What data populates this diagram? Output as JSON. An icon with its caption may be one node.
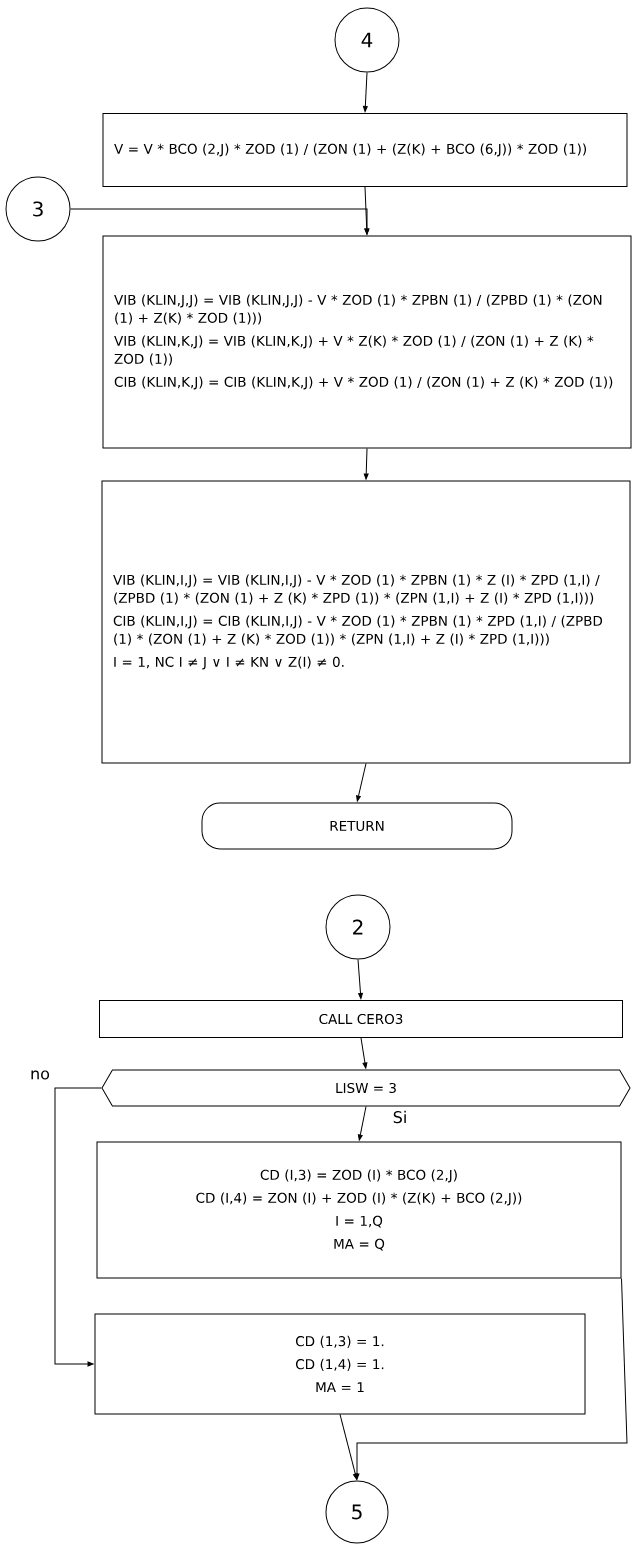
{
  "diagram": {
    "nodes": [
      {
        "text": [
          "4"
        ]
      },
      {
        "text": [
          "V = V * BCO (2,J) * ZOD (1) / (ZON (1) + (Z(K) + BCO (6,J)) * ZOD (1))"
        ]
      },
      {
        "text": [
          "3"
        ]
      },
      {
        "text": [
          "VIB (KLIN,J,J) = VIB (KLIN,J,J) - V * ZOD (1) * ZPBN (1) / (ZPBD (1) * (ZON (1) + Z(K) * ZOD (1)))",
          "VIB (KLIN,K,J) = VIB (KLIN,K,J) + V * Z(K) * ZOD (1) / (ZON (1) + Z (K) * ZOD (1))",
          "CIB (KLIN,K,J) = CIB (KLIN,K,J) + V * ZOD (1) / (ZON (1) + Z (K) * ZOD (1))"
        ]
      },
      {
        "text": [
          "VIB (KLIN,I,J) = VIB (KLIN,I,J) - V * ZOD (1) * ZPBN (1) * Z (I) * ZPD (1,I) / (ZPBD (1) * (ZON (1) + Z (K) * ZPD (1)) * (ZPN (1,I) + Z (I) * ZPD (1,I)))",
          "CIB (KLIN,I,J) = CIB (KLIN,I,J) - V * ZOD (1) * ZPBN (1) * ZPD (1,I) / (ZPBD (1) * (ZON (1) + Z (K) * ZOD (1)) * (ZPN (1,I) + Z (I) * ZPD (1,I)))",
          "I = 1, NC    I ≠ J ∨ I ≠ KN ∨ Z(I) ≠ 0."
        ]
      },
      {
        "text": [
          "RETURN"
        ]
      },
      {
        "text": [
          "2"
        ]
      },
      {
        "text": [
          "CALL    CERO3"
        ]
      },
      {
        "text": [
          "LISW = 3"
        ]
      },
      {
        "text": [
          "CD (I,3) = ZOD (I) * BCO (2,J)",
          "CD (I,4) = ZON (I) + ZOD (I) * (Z(K) + BCO (2,J))",
          "I = 1,Q",
          "MA = Q"
        ]
      },
      {
        "text": [
          "CD (1,3) = 1.",
          "CD (1,4) = 1.",
          "MA = 1"
        ]
      },
      {
        "text": [
          "5"
        ]
      }
    ],
    "edges": [
      {
        "from": 0,
        "to": 1,
        "arrow": "to"
      },
      {
        "from": 1,
        "to": 3,
        "arrow": "to"
      },
      {
        "from": 2,
        "to": 3,
        "arrow": "to"
      },
      {
        "from": 3,
        "to": 4,
        "arrow": "to"
      },
      {
        "from": 4,
        "to": 5,
        "arrow": "to"
      },
      {
        "from": 6,
        "to": 7,
        "arrow": "to"
      },
      {
        "from": 7,
        "to": 8,
        "arrow": "to"
      },
      {
        "from": 8,
        "to": 9,
        "arrow": "to",
        "label": "Si"
      },
      {
        "from": 8,
        "to": 10,
        "arrow": "to",
        "label": "no"
      },
      {
        "from": 9,
        "to": 11,
        "arrow": "to"
      },
      {
        "from": 10,
        "to": 11,
        "arrow": "to"
      }
    ]
  }
}
